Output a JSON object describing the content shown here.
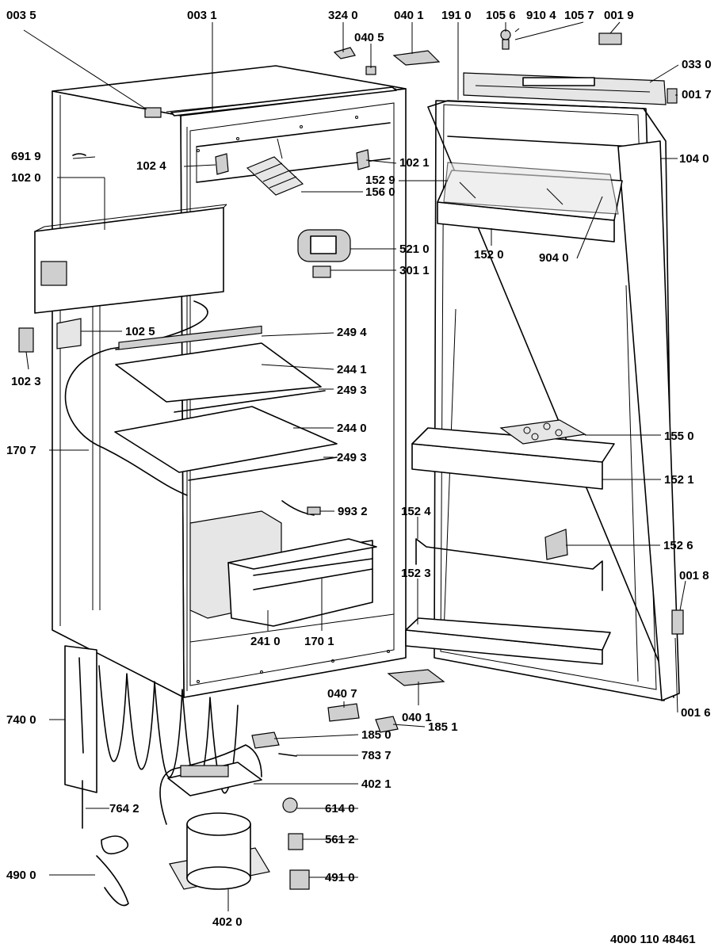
{
  "document_number": "4000 110 48461",
  "labels": {
    "l0035": "003 5",
    "l0031": "003 1",
    "l3240": "324 0",
    "l0401a": "040 1",
    "l1910": "191 0",
    "l1056": "105 6",
    "l9104": "910 4",
    "l1057": "105 7",
    "l0019": "001 9",
    "l0405": "040 5",
    "l0330": "033 0",
    "l0017": "001 7",
    "l6919": "691 9",
    "l1024": "102 4",
    "l1021": "102 1",
    "l1040": "104 0",
    "l1020": "102 0",
    "l1529": "152 9",
    "l1560": "156 0",
    "l5210": "521 0",
    "l1520": "152 0",
    "l9040": "904 0",
    "l3011": "301 1",
    "l1025": "102 5",
    "l2494": "249 4",
    "l1023": "102 3",
    "l2441": "244 1",
    "l2493a": "249 3",
    "l2440": "244 0",
    "l1707": "170 7",
    "l2493b": "249 3",
    "l1550": "155 0",
    "l1521": "152 1",
    "l9932": "993 2",
    "l1524": "152 4",
    "l1526": "152 6",
    "l1523": "152 3",
    "l0018": "001 8",
    "l2410": "241 0",
    "l1701": "170 1",
    "l0016": "001 6",
    "l0407": "040 7",
    "l0401b": "040 1",
    "l7400": "740 0",
    "l1850": "185 0",
    "l1851": "185 1",
    "l7837": "783 7",
    "l4021": "402 1",
    "l7642": "764 2",
    "l6140": "614 0",
    "l5612": "561 2",
    "l4900": "490 0",
    "l4910": "491 0",
    "l4020": "402 0"
  }
}
